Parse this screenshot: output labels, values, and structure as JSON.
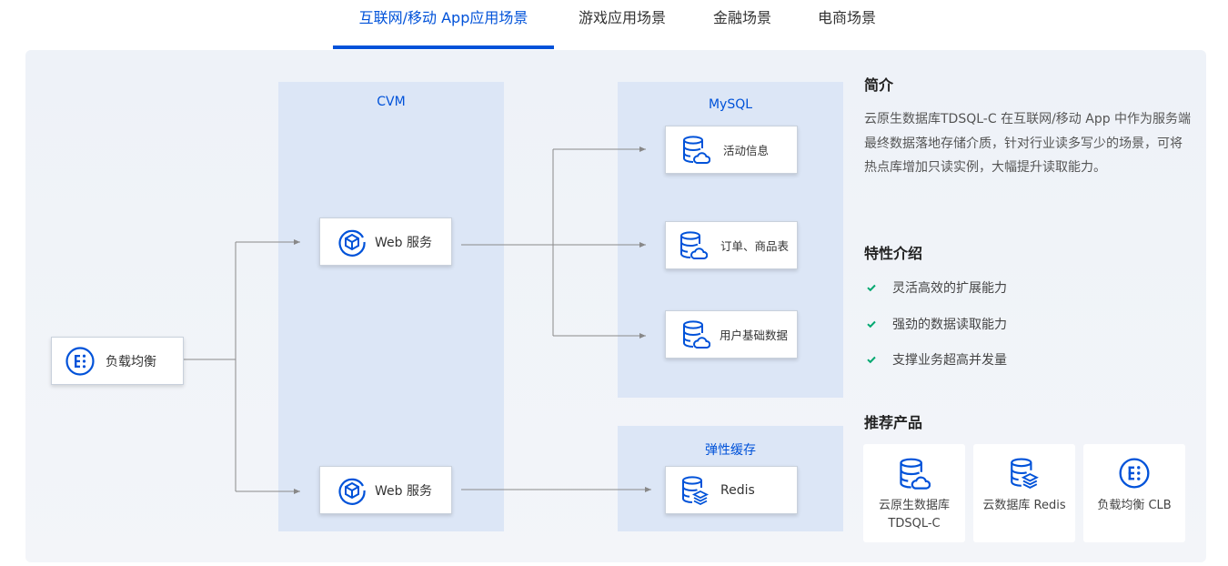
{
  "tabs": [
    {
      "label": "互联网/移动 App应用场景",
      "active": true
    },
    {
      "label": "游戏应用场景",
      "active": false
    },
    {
      "label": "金融场景",
      "active": false
    },
    {
      "label": "电商场景",
      "active": false
    }
  ],
  "diagram": {
    "load_balancer": {
      "label": "负载均衡",
      "icon": "load-balancer-icon"
    },
    "cvm": {
      "title": "CVM",
      "web1": "Web 服务",
      "web2": "Web 服务",
      "icon": "web-service-icon"
    },
    "mysql": {
      "title": "MySQL",
      "db1": "活动信息",
      "db2": "订单、商品表",
      "db3": "用户基础数据",
      "icon": "cloud-database-icon"
    },
    "cache": {
      "title": "弹性缓存",
      "redis": "Redis",
      "icon": "redis-database-icon"
    }
  },
  "side": {
    "intro_title": "简介",
    "intro_text": "云原生数据库TDSQL-C 在互联网/移动 App 中作为服务端最终数据落地存储介质，针对行业读多写少的场景，可将热点库增加只读实例，大幅提升读取能力。",
    "features_title": "特性介绍",
    "features": [
      "灵活高效的扩展能力",
      "强劲的数据读取能力",
      "支撑业务超高并发量"
    ],
    "products_title": "推荐产品",
    "products": [
      {
        "name": "云原生数据库 TDSQL-C",
        "icon": "cloud-database-icon"
      },
      {
        "name": "云数据库 Redis",
        "icon": "redis-database-icon"
      },
      {
        "name": "负载均衡 CLB",
        "icon": "load-balancer-icon"
      }
    ]
  },
  "colors": {
    "accent": "#0052d9",
    "check": "#00a870",
    "zone": "#dce6f6",
    "line": "#888888"
  }
}
